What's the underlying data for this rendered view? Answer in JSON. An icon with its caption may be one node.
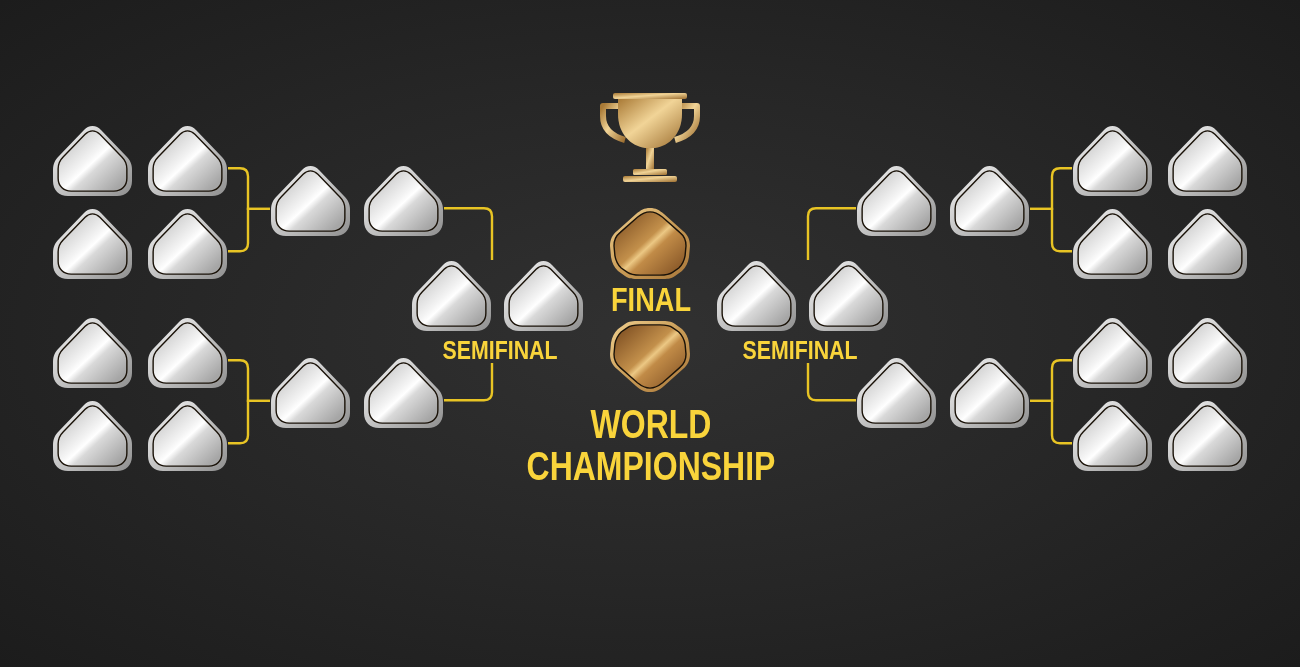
{
  "diagram": {
    "title": "WORLD CHAMPIONSHIP",
    "nodes": [
      {
        "text": [],
        "shape": "shield"
      },
      {
        "text": [],
        "shape": "shield"
      },
      {
        "text": [],
        "shape": "shield"
      },
      {
        "text": [],
        "shape": "shield"
      },
      {
        "text": [],
        "shape": "shield"
      },
      {
        "text": [],
        "shape": "shield"
      },
      {
        "text": [],
        "shape": "shield"
      },
      {
        "text": [],
        "shape": "shield"
      },
      {
        "text": [],
        "shape": "shield"
      },
      {
        "text": [],
        "shape": "shield"
      },
      {
        "text": [],
        "shape": "shield"
      },
      {
        "text": [],
        "shape": "shield"
      },
      {
        "text": [],
        "shape": "shield"
      },
      {
        "text": [
          "SEMIFINAL"
        ]
      },
      {
        "text": [],
        "shape": "shield"
      },
      {
        "text": [],
        "shape": "shield"
      },
      {
        "text": [],
        "shape": "shield"
      },
      {
        "text": [],
        "shape": "shield"
      },
      {
        "text": [
          "SEMIFINAL"
        ]
      },
      {
        "text": [],
        "shape": "shield"
      },
      {
        "text": [],
        "shape": "shield"
      },
      {
        "text": [],
        "shape": "shield"
      },
      {
        "text": [],
        "shape": "shield"
      },
      {
        "text": [],
        "shape": "shield"
      },
      {
        "text": [],
        "shape": "shield"
      },
      {
        "text": [],
        "shape": "shield"
      },
      {
        "text": [],
        "shape": "shield"
      },
      {
        "text": [],
        "shape": "shield"
      },
      {
        "text": [],
        "shape": "shield"
      },
      {
        "text": [],
        "shape": "shield"
      },
      {
        "text": [],
        "shape": "shield"
      },
      {
        "text": [],
        "shape": "shield"
      }
    ],
    "edges": [
      {
        "from": 4,
        "to": 8,
        "arrow": "none"
      },
      {
        "from": 5,
        "to": 8,
        "arrow": "none"
      },
      {
        "from": 6,
        "to": 9,
        "arrow": "none"
      },
      {
        "from": 7,
        "to": 9,
        "arrow": "none"
      },
      {
        "from": 10,
        "to": 12,
        "arrow": "none"
      },
      {
        "from": 11,
        "to": 13,
        "arrow": "none"
      },
      {
        "from": 20,
        "to": 19,
        "arrow": "none"
      },
      {
        "from": 21,
        "to": 18,
        "arrow": "none"
      },
      {
        "from": 24,
        "to": 22,
        "arrow": "none"
      },
      {
        "from": 25,
        "to": 22,
        "arrow": "none"
      },
      {
        "from": 26,
        "to": 23,
        "arrow": "none"
      },
      {
        "from": 27,
        "to": 23,
        "arrow": "none"
      }
    ],
    "labels": [
      "FINAL"
    ]
  }
}
